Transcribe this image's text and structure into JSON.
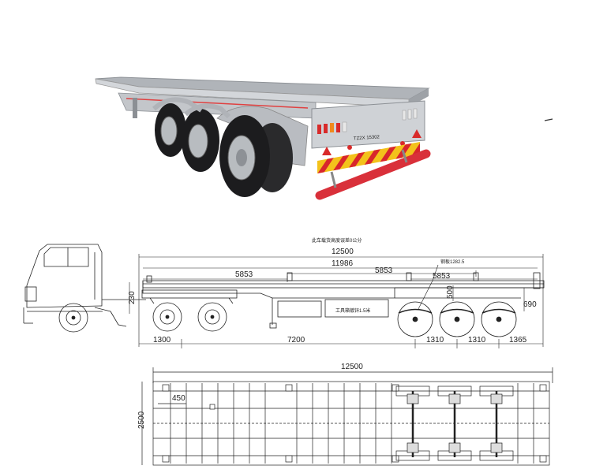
{
  "photo": {
    "rear_plate": "TZ2X 15302",
    "colors": {
      "body": "#c9ccd0",
      "deck": "#a9adb3",
      "tire": "#1c1c1e",
      "rim": "#b8bcc0",
      "bumper": "#d9303a",
      "stripe_red": "#d8262c",
      "stripe_yellow": "#f3c21b"
    }
  },
  "side_view": {
    "note": "此车载货高度误差0公分",
    "dims": {
      "overall_length": "12500",
      "deck_length": "11986",
      "lock_spacing_left": "5853",
      "lock_spacing_mid": "5853",
      "lock_spacing_right": "5853",
      "kingpin_offset": "1300",
      "kingpin_to_axle": "7200",
      "axle_spacing_1": "1310",
      "axle_spacing_2": "1310",
      "rear_overhang": "1365",
      "neck_height": "230",
      "suspension_height": "500",
      "rear_height": "690",
      "label_leaf": "钢板1282.5",
      "label_box": "工具箱镀锌1.5米"
    }
  },
  "top_view": {
    "dims": {
      "overall_length": "12500",
      "width": "2500",
      "front_offset": "450"
    }
  }
}
